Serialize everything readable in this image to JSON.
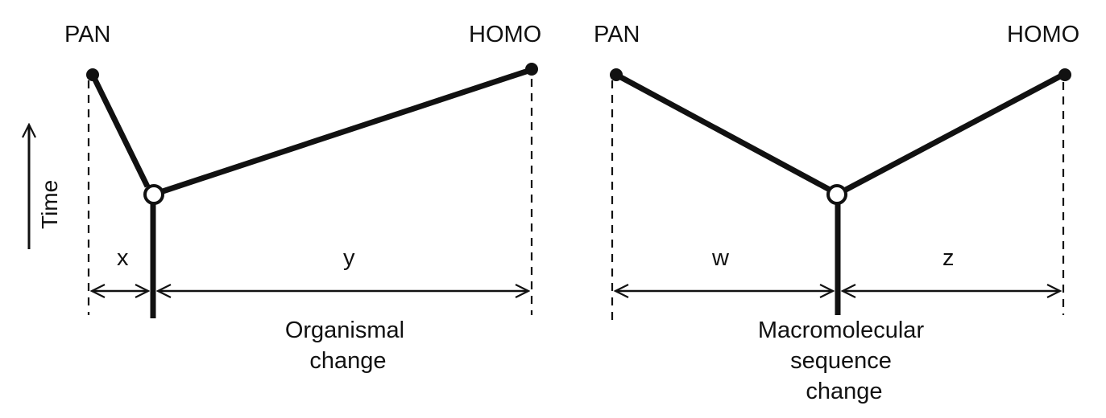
{
  "time_axis": {
    "label": "Time"
  },
  "left_tree": {
    "taxon_left": "PAN",
    "taxon_right": "HOMO",
    "branch_left_label": "x",
    "branch_right_label": "y",
    "caption_lines": [
      "Organismal",
      "change"
    ]
  },
  "right_tree": {
    "taxon_left": "PAN",
    "taxon_right": "HOMO",
    "branch_left_label": "w",
    "branch_right_label": "z",
    "caption_lines": [
      "Macromolecular",
      "sequence",
      "change"
    ]
  },
  "colors": {
    "ink": "#111111",
    "background": "#ffffff"
  }
}
